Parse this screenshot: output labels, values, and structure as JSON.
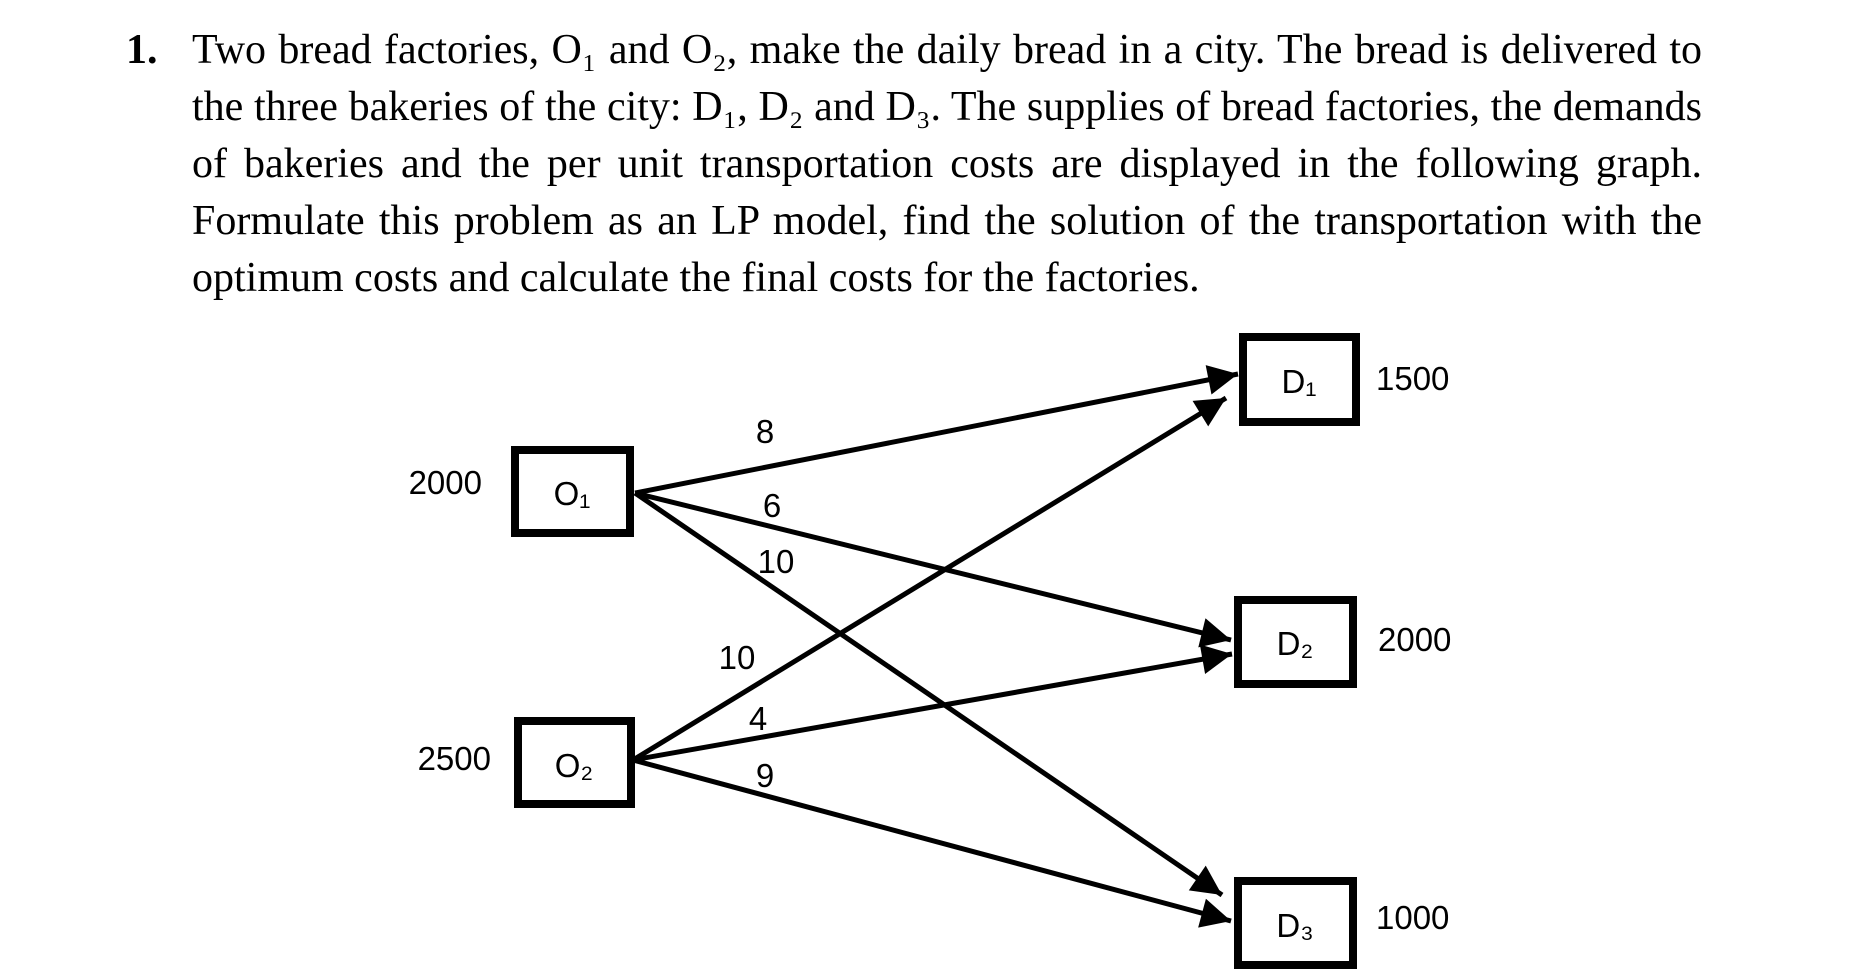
{
  "problem": {
    "number": "1.",
    "text": "Two bread factories, O₁ and O₂, make the daily bread in a city. The bread is delivered to the three bakeries of the city: D₁, D₂ and D₃. The supplies of bread factories, the demands of bakeries and the per unit transportation costs are displayed in the following graph. Formulate this problem as an LP model, find the solution of the transportation with the optimum costs and calculate the final costs for the factories."
  },
  "graph": {
    "origins": [
      {
        "id": "O1",
        "label": "O₁",
        "supply": "2000"
      },
      {
        "id": "O2",
        "label": "O₂",
        "supply": "2500"
      }
    ],
    "destinations": [
      {
        "id": "D1",
        "label": "D₁",
        "demand": "1500"
      },
      {
        "id": "D2",
        "label": "D₂",
        "demand": "2000"
      },
      {
        "id": "D3",
        "label": "D₃",
        "demand": "1000"
      }
    ],
    "arcs": [
      {
        "from": "O1",
        "to": "D1",
        "cost": "8"
      },
      {
        "from": "O1",
        "to": "D2",
        "cost": "6"
      },
      {
        "from": "O1",
        "to": "D3",
        "cost": "10"
      },
      {
        "from": "O2",
        "to": "D1",
        "cost": "10"
      },
      {
        "from": "O2",
        "to": "D2",
        "cost": "4"
      },
      {
        "from": "O2",
        "to": "D3",
        "cost": "9"
      }
    ]
  }
}
